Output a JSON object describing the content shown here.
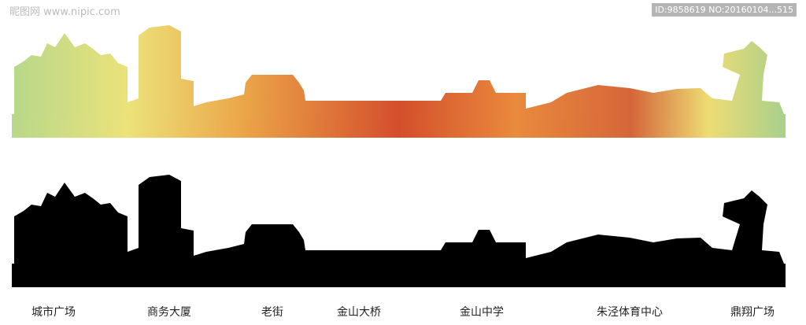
{
  "labels": [
    "城市广场",
    "商务大厦",
    "老街",
    "金山大桥",
    "金山中学",
    "朱泾体育中心",
    "鼎翔广场"
  ],
  "watermark": {
    "site": "昵图网 www.nipic.com",
    "id": "ID:9858619 NO:20160104...515"
  },
  "colors": {
    "green": "#a8d08d",
    "yellow": "#e8dc70",
    "orange": "#e8883a",
    "red": "#c8402a",
    "silhouette": "#000000"
  }
}
